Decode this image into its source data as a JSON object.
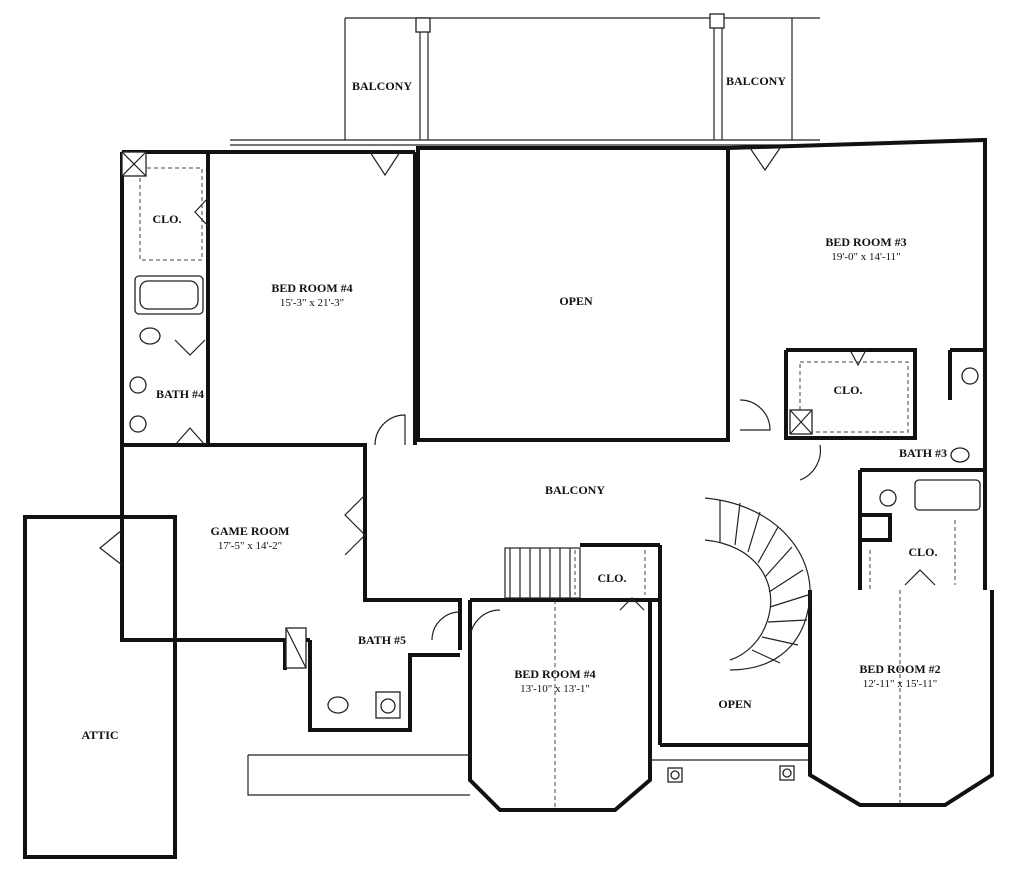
{
  "rooms": {
    "balcony_top_left": "BALCONY",
    "balcony_top_right": "BALCONY",
    "open_top": "OPEN",
    "bedroom_left": "BED ROOM #4",
    "bedroom_left_dim": "15'-3\" x 21'-3\"",
    "bedroom3": "BED ROOM #3",
    "bedroom3_dim": "19'-0\" x 14'-11\"",
    "clo_left": "CLO.",
    "bath4": "BATH #4",
    "clo_right": "CLO.",
    "bath3": "BATH #3",
    "clo_br2": "CLO.",
    "balcony_center": "BALCONY",
    "game_room": "GAME ROOM",
    "game_room_dim": "17'-5\" x 14'-2\"",
    "bath5": "BATH #5",
    "clo_small": "CLO.",
    "bedroom_bottom": "BED ROOM #4",
    "bedroom_bottom_dim": "13'-10\" x 13'-1\"",
    "open_bottom": "OPEN",
    "bedroom2": "BED ROOM #2",
    "bedroom2_dim": "12'-11\" x 15'-11\"",
    "attic": "ATTIC"
  }
}
